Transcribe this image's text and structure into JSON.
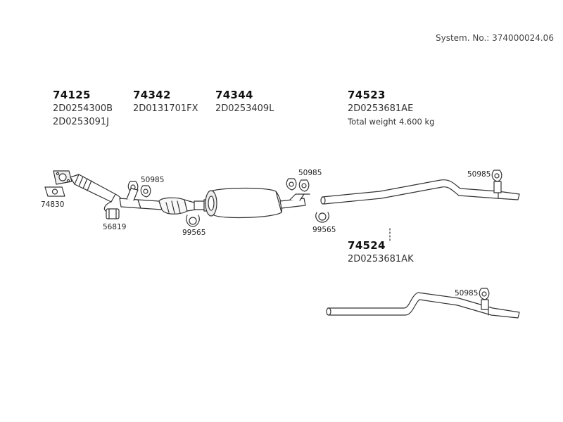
{
  "system_no": "System. No.: 374000024.06",
  "parts": {
    "p74125": {
      "number": "74125",
      "codes": [
        "2D0254300B",
        "2D0253091J"
      ]
    },
    "p74342": {
      "number": "74342",
      "codes": [
        "2D0131701FX"
      ]
    },
    "p74344": {
      "number": "74344",
      "codes": [
        "2D0253409L"
      ]
    },
    "p74523": {
      "number": "74523",
      "codes": [
        "2D0253681AE"
      ],
      "weight": "Total weight 4.600 kg"
    },
    "p74524": {
      "number": "74524",
      "codes": [
        "2D0253681AK"
      ]
    }
  },
  "labels": {
    "gasket": "74830",
    "clamp_sleeve": "56819",
    "hanger_a": "50985",
    "hanger_b": "50985",
    "hanger_c": "50985",
    "hanger_d": "50985",
    "clip_a": "99565",
    "clip_b": "99565"
  }
}
